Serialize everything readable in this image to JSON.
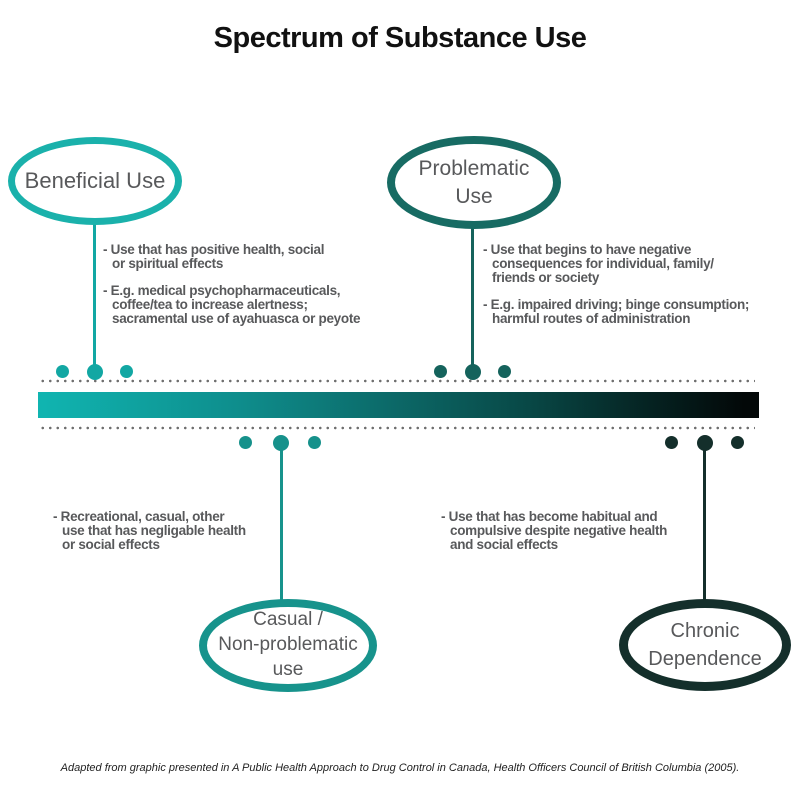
{
  "title": "Spectrum of Substance Use",
  "nodes": {
    "beneficial": {
      "lines": [
        "Beneficial Use"
      ],
      "color": "#1ab1ab"
    },
    "problematic": {
      "lines": [
        "Problematic",
        "Use"
      ],
      "color": "#176b63"
    },
    "casual": {
      "lines": [
        "Casual /",
        "Non-problematic",
        "use"
      ],
      "color": "#17938c"
    },
    "chronic": {
      "lines": [
        "Chronic",
        "Dependence"
      ],
      "color": "#142f2b"
    }
  },
  "descriptions": {
    "beneficial": {
      "bullets": [
        [
          "- Use that has positive health, social",
          "or spiritual effects"
        ],
        [
          "- E.g. medical psychopharmaceuticals,",
          "coffee/tea to increase alertness;",
          "sacramental use of ayahuasca or peyote"
        ]
      ]
    },
    "problematic": {
      "bullets": [
        [
          "- Use that begins to have negative",
          "consequences for individual, family/",
          "friends or society"
        ],
        [
          "- E.g. impaired driving; binge consumption;",
          "harmful routes of administration"
        ]
      ]
    },
    "casual": {
      "bullets": [
        [
          "- Recreational, casual, other",
          "use that has negligable health",
          "or social effects"
        ]
      ]
    },
    "chronic": {
      "bullets": [
        [
          "- Use that has become habitual and",
          "compulsive despite negative health",
          "and social effects"
        ]
      ]
    }
  },
  "spectrum": {
    "bar_gradient_start": "#10b5b1",
    "bar_gradient_end": "#030808",
    "dot_color_beneficial": "#12a7a3",
    "dot_color_problematic": "#15635c",
    "dot_color_casual": "#16918b",
    "dot_color_chronic": "#142f2b",
    "guide_dot_color": "#6f6f6f",
    "text_color": "#58595b"
  },
  "footer": {
    "text": "Adapted from graphic presented in A Public Health Approach to Drug Control in Canada, Health Officers Council of British Columbia (2005)."
  }
}
